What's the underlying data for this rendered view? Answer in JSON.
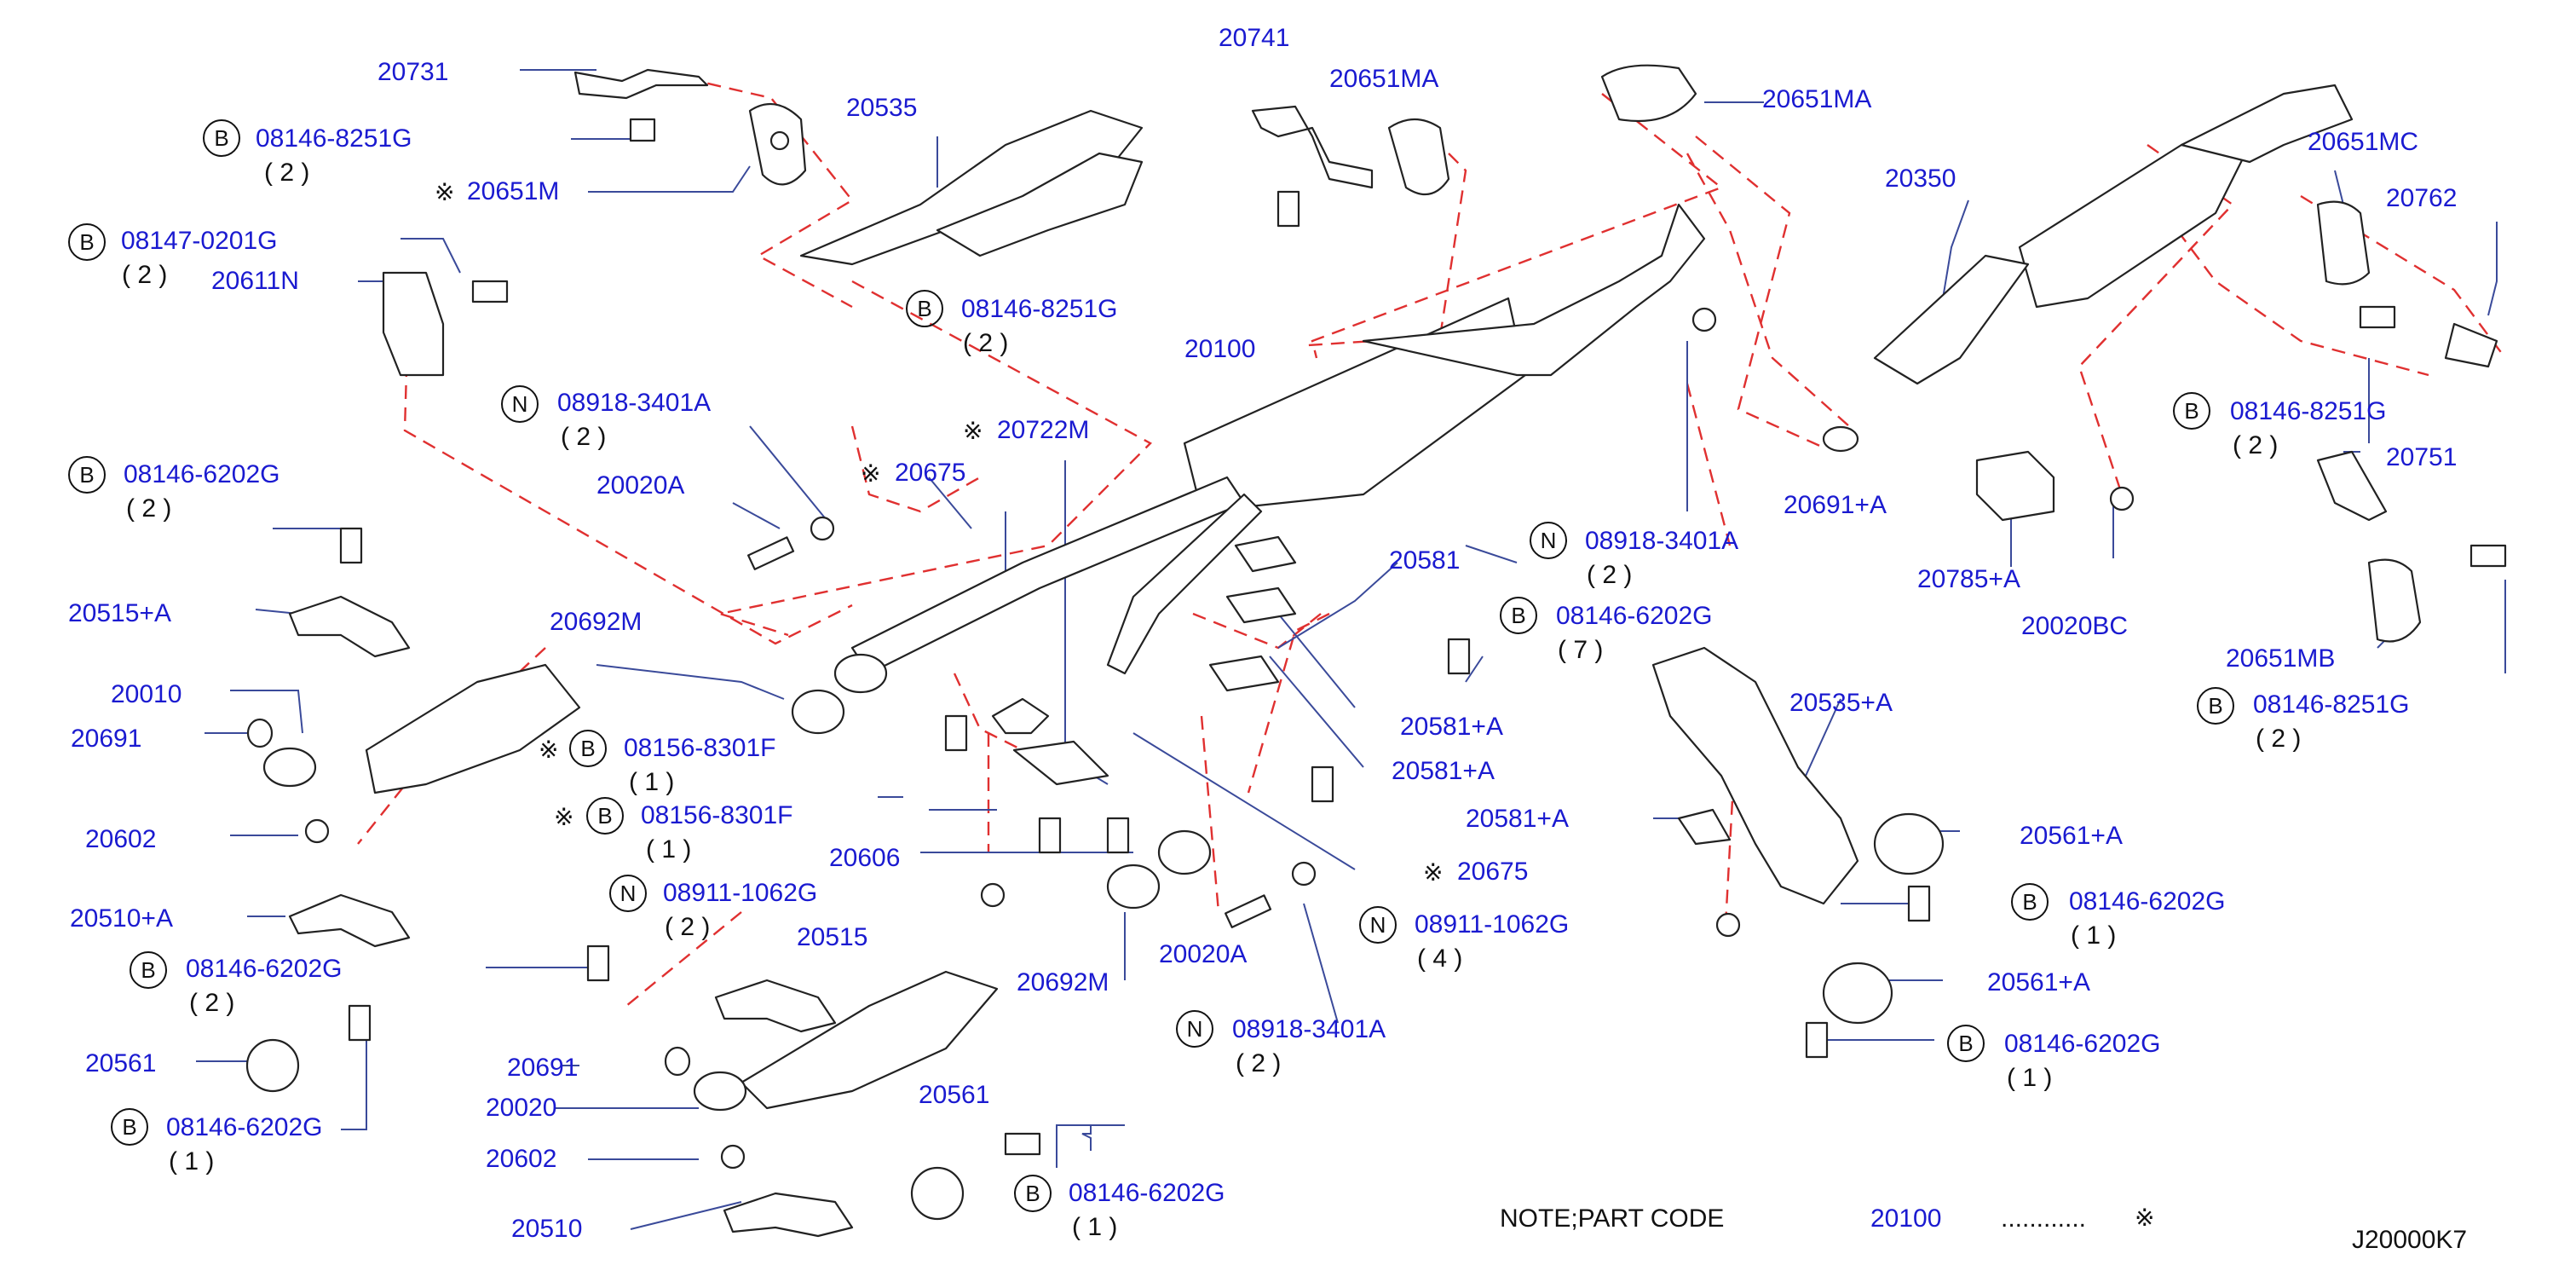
{
  "diagram": {
    "code": "J20000K7",
    "note": {
      "text": "NOTE;PART   CODE",
      "part": "20100",
      "dots": "............",
      "symbol": "※"
    },
    "labels": {
      "p20731": "20731",
      "p08146_8251G_a": "08146-8251G",
      "q2_a": "( 2 )",
      "p20651M": "20651M",
      "p20535": "20535",
      "p08147_0201G": "08147-0201G",
      "q2_b": "( 2 )",
      "p20611N": "20611N",
      "p08146_8251G_b": "08146-8251G",
      "q2_c": "( 2 )",
      "p20741": "20741",
      "p20651MA_a": "20651MA",
      "p20651MA_b": "20651MA",
      "p20100": "20100",
      "p20722M": "20722M",
      "p20675_a": "20675",
      "p08918_3401A_a": "08918-3401A",
      "q2_d": "( 2 )",
      "p20020A_a": "20020A",
      "p08146_6202G_a": "08146-6202G",
      "q2_e": "( 2 )",
      "p20515A": "20515+A",
      "p20692M_a": "20692M",
      "p20010": "20010",
      "p20691_a": "20691",
      "p08156_8301F_a": "08156-8301F",
      "q1_a": "( 1 )",
      "p08156_8301F_b": "08156-8301F",
      "q1_b": "( 1 )",
      "p20602_a": "20602",
      "p20606": "20606",
      "p08911_1062G_a": "08911-1062G",
      "q2_f": "( 2 )",
      "p20510A": "20510+A",
      "p20515": "20515",
      "p08146_6202G_b": "08146-6202G",
      "q2_g": "( 2 )",
      "p20561_a": "20561",
      "p20691_b": "20691",
      "p20020": "20020",
      "p08146_6202G_c": "08146-6202G",
      "q1_c": "( 1 )",
      "p20602_b": "20602",
      "p20510": "20510",
      "p20561_b": "20561",
      "p08146_6202G_d": "08146-6202G",
      "q1_d": "( 1 )",
      "p20692M_b": "20692M",
      "p20020A_b": "20020A",
      "p08918_3401A_b": "08918-3401A",
      "q2_h": "( 2 )",
      "p08911_1062G_b": "08911-1062G",
      "q4": "( 4 )",
      "p20675_b": "20675",
      "p20581": "20581",
      "p20581A_a": "20581+A",
      "p20581A_b": "20581+A",
      "p20581A_c": "20581+A",
      "p08146_6202G_e": "08146-6202G",
      "q7": "( 7 )",
      "p08918_3401A_c": "08918-3401A",
      "q2_i": "( 2 )",
      "p20535A": "20535+A",
      "p20561A_a": "20561+A",
      "p08146_6202G_f": "08146-6202G",
      "q1_e": "( 1 )",
      "p20561A_b": "20561+A",
      "p08146_6202G_g": "08146-6202G",
      "q1_f": "( 1 )",
      "p20350": "20350",
      "p20651MC": "20651MC",
      "p20762": "20762",
      "p08146_8251G_c": "08146-8251G",
      "q2_j": "( 2 )",
      "p20751": "20751",
      "p20691A": "20691+A",
      "p20785A": "20785+A",
      "p20020BC": "20020BC",
      "p20651MB": "20651MB",
      "p08146_8251G_d": "08146-8251G",
      "q2_k": "( 2 )"
    },
    "symbols": {
      "bolt": "B",
      "nut": "N",
      "ref": "※"
    },
    "colors": {
      "label": "#1a1ad0",
      "leader": "#3a4a9a",
      "dashed": "#e03030",
      "outline": "#222222"
    }
  }
}
